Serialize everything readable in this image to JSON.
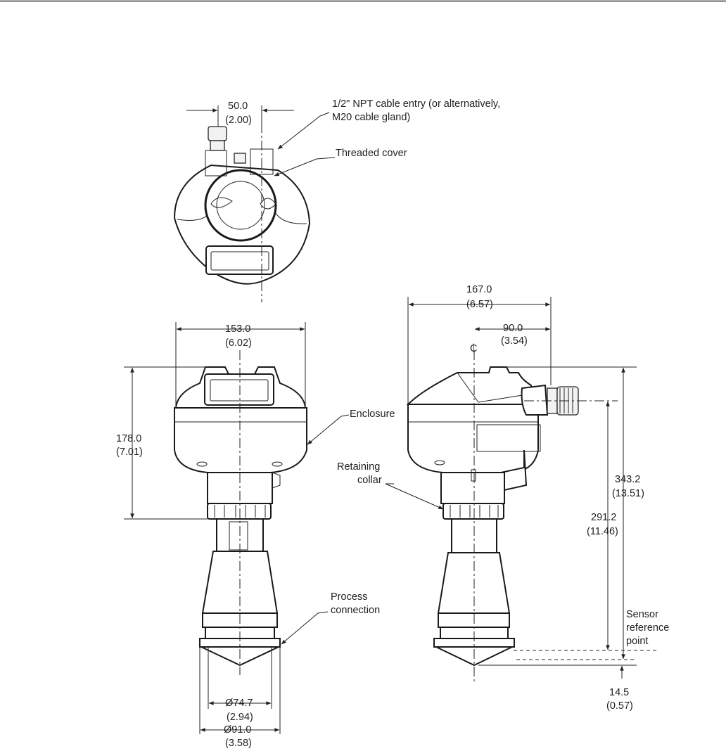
{
  "labels": {
    "cable_entry_line1": "1/2\" NPT cable entry (or alternatively,",
    "cable_entry_line2": "M20 cable gland)",
    "threaded_cover": "Threaded cover",
    "enclosure": "Enclosure",
    "retaining_collar_line1": "Retaining",
    "retaining_collar_line2": "collar",
    "process_connection_line1": "Process",
    "process_connection_line2": "connection",
    "sensor_ref_line1": "Sensor",
    "sensor_ref_line2": "reference",
    "sensor_ref_line3": "point",
    "centerline_symbol": "₵"
  },
  "dimensions": {
    "top_width_mm": "50.0",
    "top_width_in": "(2.00)",
    "front_width_mm": "153.0",
    "front_width_in": "(6.02)",
    "front_height_mm": "178.0",
    "front_height_in": "(7.01)",
    "side_width_mm": "167.0",
    "side_width_in": "(6.57)",
    "side_offset_mm": "90.0",
    "side_offset_in": "(3.54)",
    "overall_height_mm": "343.2",
    "overall_height_in": "(13.51)",
    "ref_height_mm": "291.2",
    "ref_height_in": "(11.46)",
    "cone_height_mm": "14.5",
    "cone_height_in": "(0.57)",
    "horn_dia_mm": "Ø74.7",
    "horn_dia_in": "(2.94)",
    "flange_dia_mm": "Ø91.0",
    "flange_dia_in": "(3.58)"
  }
}
